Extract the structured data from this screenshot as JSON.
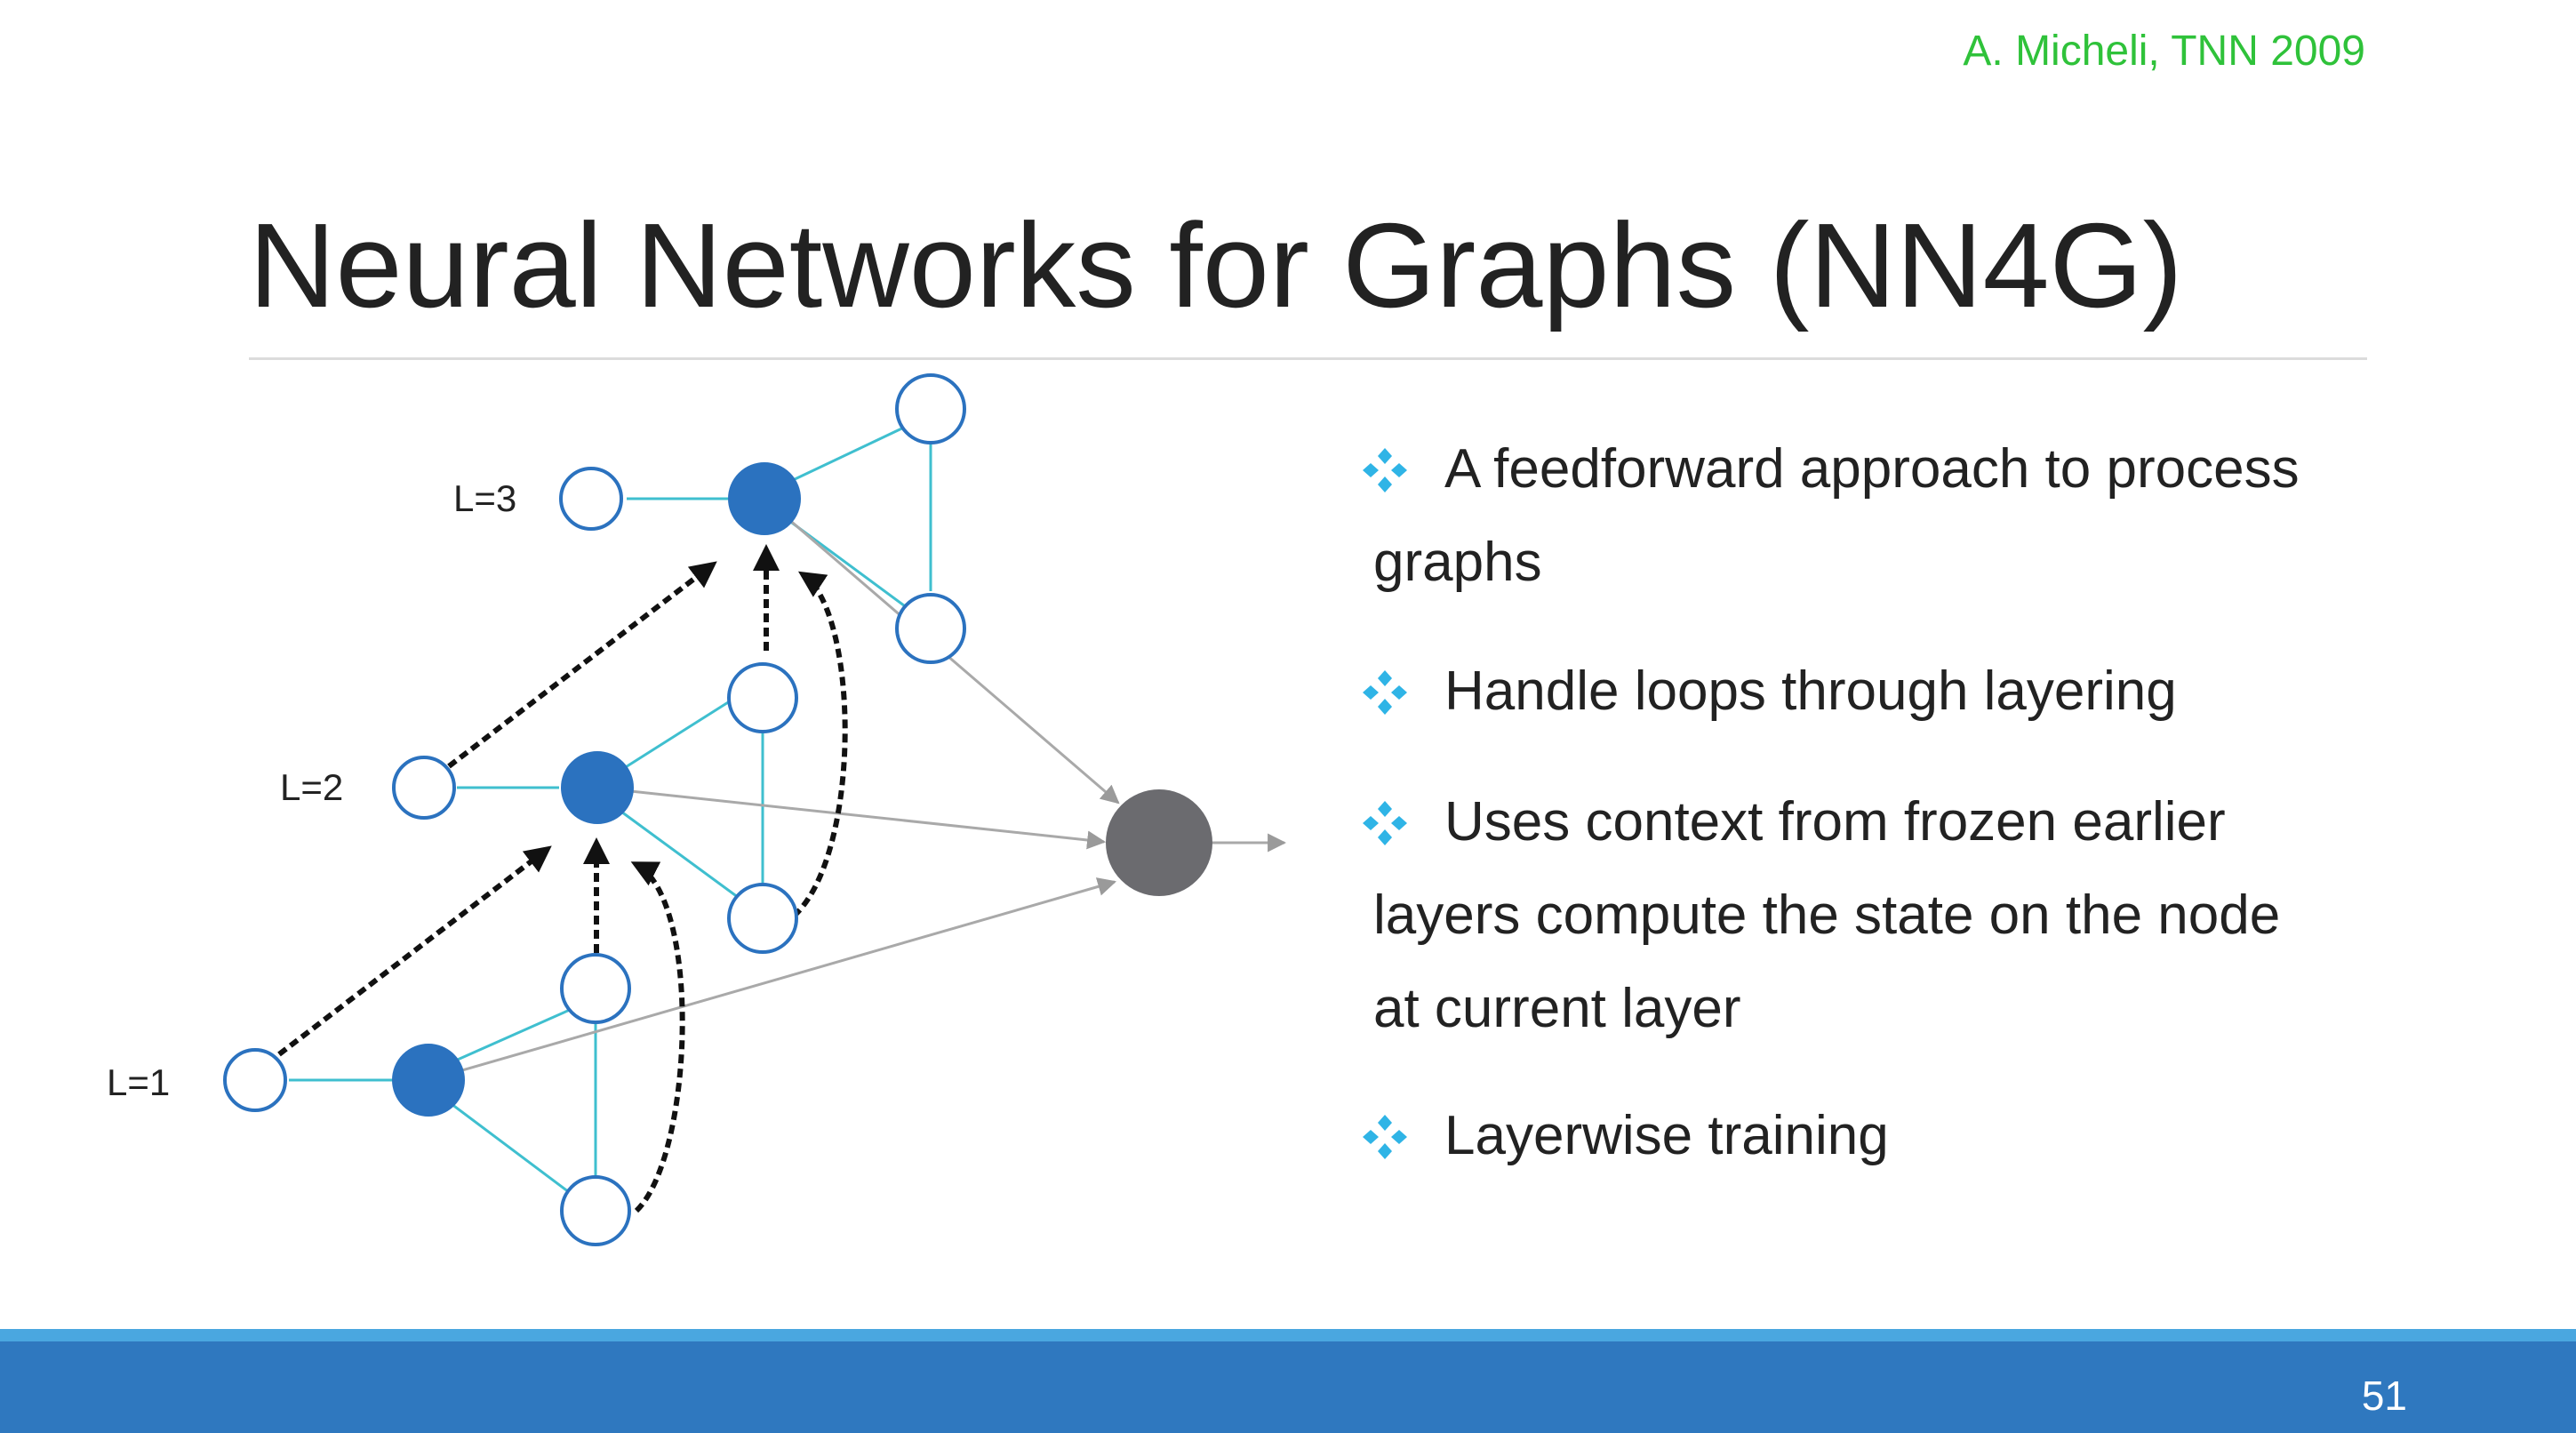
{
  "citation": "A. Micheli, TNN 2009",
  "title": "Neural Networks for Graphs (NN4G)",
  "layer_labels": [
    "L=3",
    "L=2",
    "L=1"
  ],
  "bullets": [
    "A feedforward approach to process\ngraphs",
    "Handle loops through layering",
    "Uses context from frozen earlier\nlayers compute the state on the node\nat current layer",
    "Layerwise training"
  ],
  "page_number": "51",
  "colors": {
    "citation": "#2fc23a",
    "filled_node": "#2b72bf",
    "output_node": "#6b6b6f",
    "edge": "#3fbfcf",
    "bullet_icon": "#2fb4e6",
    "footer": "#2f78bf"
  },
  "icons": {
    "bullet": "four-diamond-bullet-icon"
  }
}
